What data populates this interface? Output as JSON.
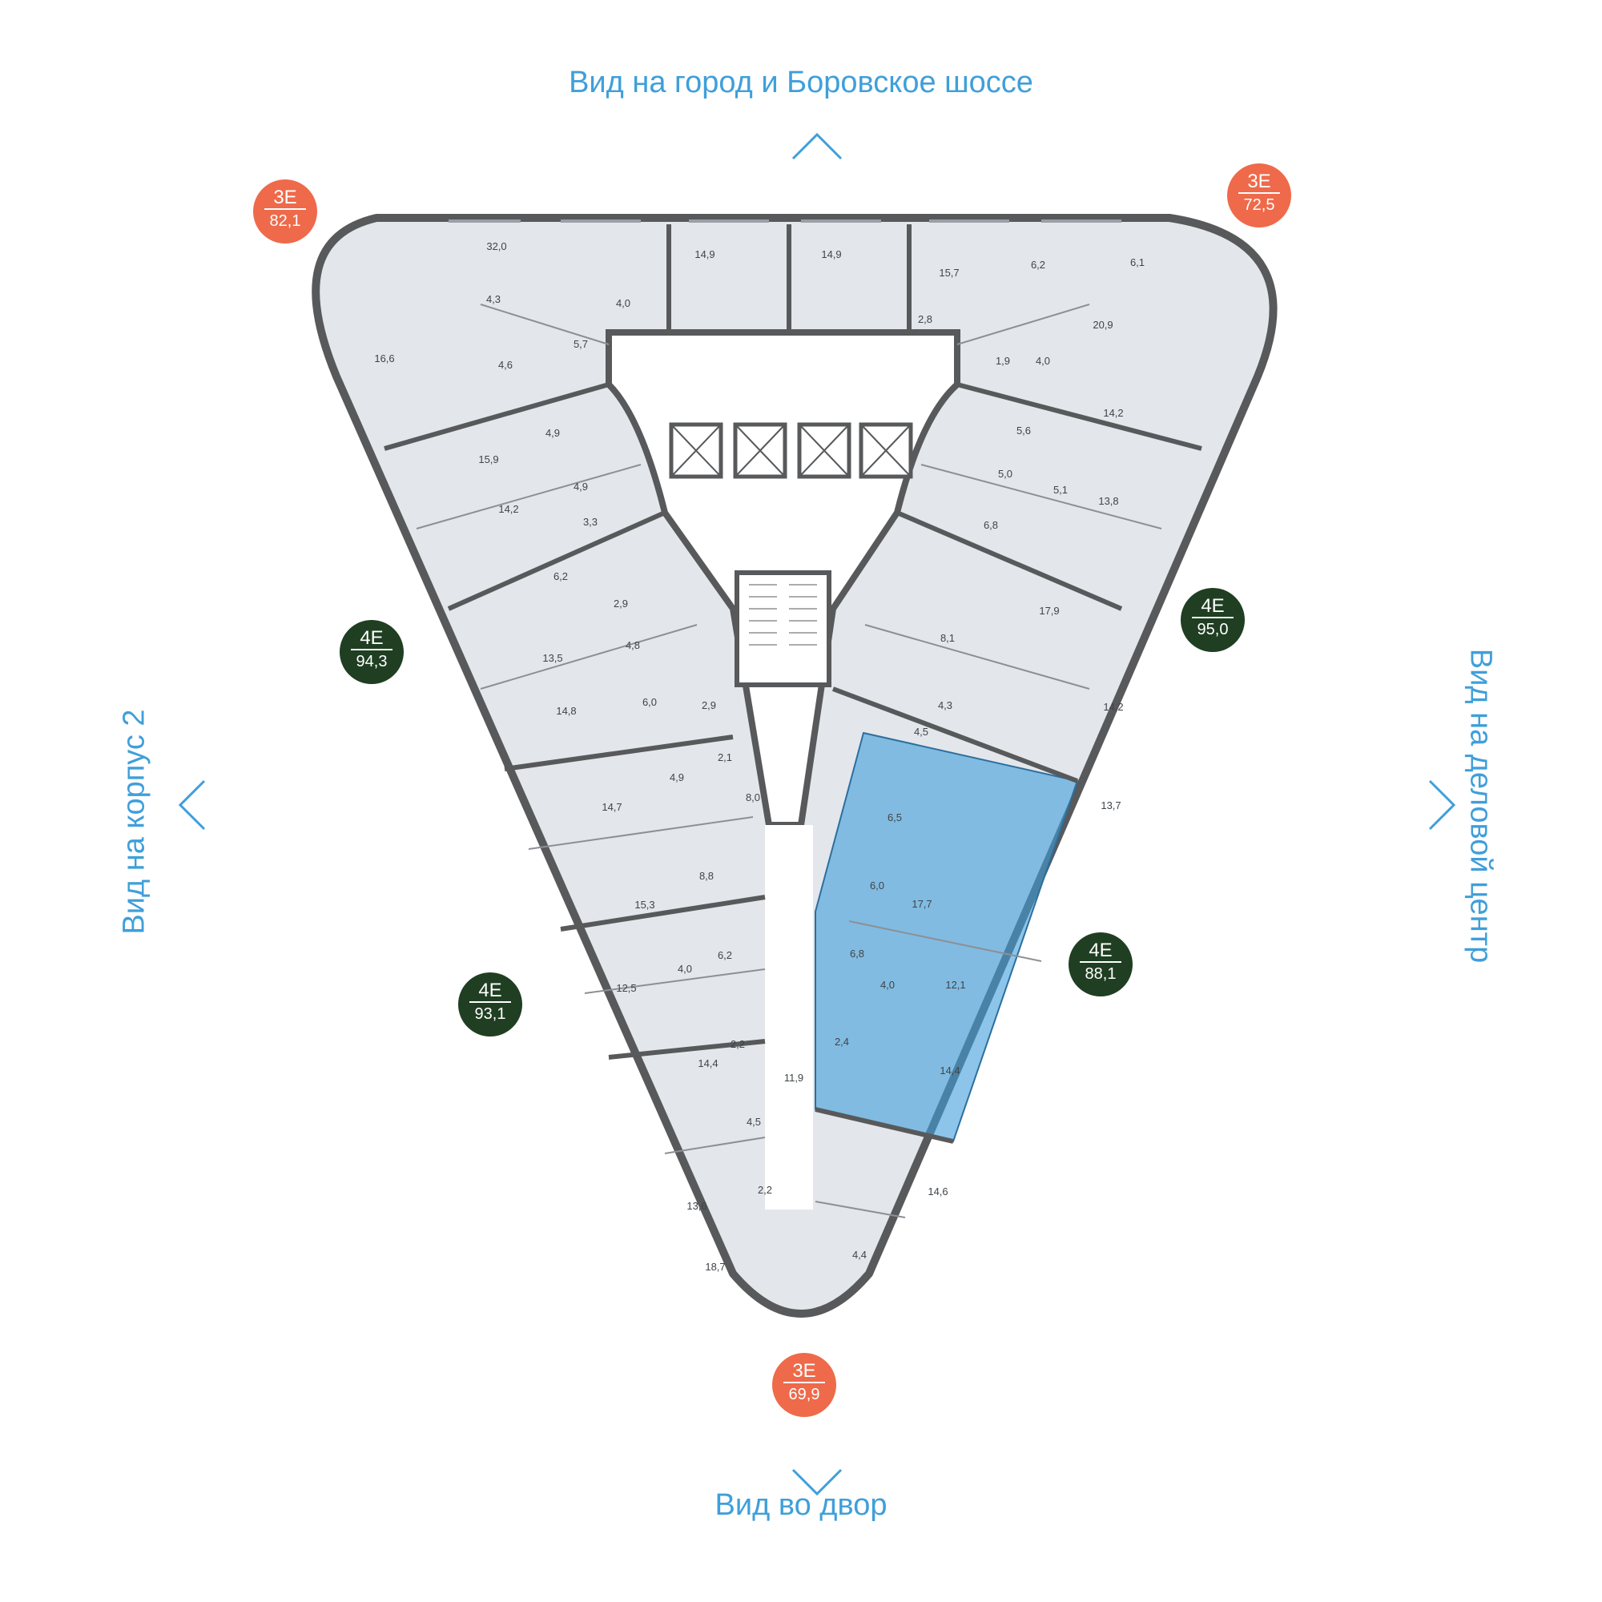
{
  "views": {
    "top": "Вид на город и Боровское шоссе",
    "bottom": "Вид во двор",
    "left": "Вид на корпус 2",
    "right": "Вид на деловой центр"
  },
  "icons": {
    "up": "chevron-up-icon",
    "down": "chevron-down-icon",
    "left": "chevron-left-icon",
    "right": "chevron-right-icon"
  },
  "colors": {
    "accent": "#3f9fda",
    "badge_3e": "#ee6a4a",
    "badge_4e": "#1f3e22",
    "selected_unit": "#3f9fda",
    "floor": "#e3e6eb",
    "wall": "#58595b"
  },
  "apartments": {
    "nw": {
      "type": "3Е",
      "area": "82,1"
    },
    "ne": {
      "type": "3Е",
      "area": "72,5"
    },
    "w1": {
      "type": "4Е",
      "area": "94,3"
    },
    "e1": {
      "type": "4Е",
      "area": "95,0"
    },
    "w2": {
      "type": "4Е",
      "area": "93,1"
    },
    "e2": {
      "type": "4Е",
      "area": "88,1"
    },
    "s": {
      "type": "3Е",
      "area": "69,9"
    }
  },
  "room_areas": [
    "32,0",
    "14,9",
    "14,9",
    "15,7",
    "6,2",
    "6,1",
    "4,3",
    "4,0",
    "2,8",
    "20,9",
    "16,6",
    "4,6",
    "5,7",
    "1,9",
    "4,0",
    "14,2",
    "4,9",
    "5,6",
    "15,9",
    "4,9",
    "5,0",
    "5,1",
    "13,8",
    "14,2",
    "3,3",
    "6,8",
    "6,2",
    "2,9",
    "17,9",
    "4,8",
    "8,1",
    "13,5",
    "4,3",
    "14,2",
    "6,0",
    "2,9",
    "4,5",
    "13,7",
    "14,8",
    "2,1",
    "6,5",
    "4,9",
    "8,0",
    "14,7",
    "6,0",
    "17,7",
    "8,8",
    "15,3",
    "6,8",
    "6,2",
    "4,0",
    "12,1",
    "4,0",
    "12,5",
    "2,4",
    "2,2",
    "11,9",
    "14,4",
    "14,4",
    "4,5",
    "2,2",
    "14,6",
    "13,6",
    "4,4",
    "18,7"
  ]
}
